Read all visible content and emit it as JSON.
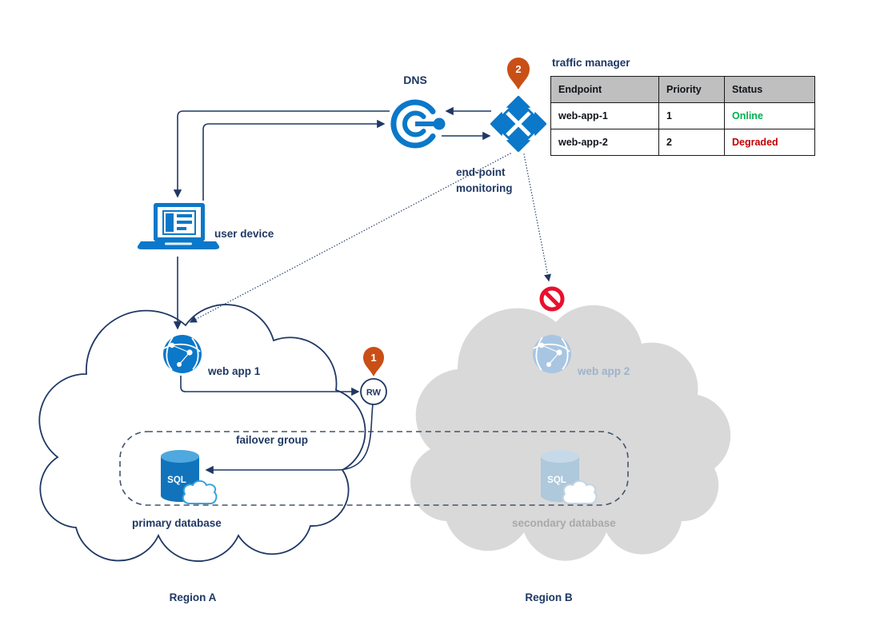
{
  "diagram": {
    "dns_label": "DNS",
    "user_device_label": "user device",
    "endpoint_monitoring": [
      "end-point",
      "monitoring"
    ],
    "web_app_1_label": "web app 1",
    "web_app_2_label": "web app 2",
    "failover_group_label": "failover group",
    "primary_database_label": "primary database",
    "secondary_database_label": "secondary database",
    "region_a_label": "Region A",
    "region_b_label": "Region B",
    "rw_label": "RW",
    "sql_label": "SQL",
    "step_badge_1": "1",
    "step_badge_2": "2"
  },
  "traffic_manager": {
    "title": "traffic manager",
    "columns": [
      "Endpoint",
      "Priority",
      "Status"
    ],
    "rows": [
      {
        "endpoint": "web-app-1",
        "priority": "1",
        "status": "Online",
        "status_color": "#00B050"
      },
      {
        "endpoint": "web-app-2",
        "priority": "2",
        "status": "Degraded",
        "status_color": "#C00000"
      }
    ]
  },
  "colors": {
    "navy": "#1F3864",
    "azure_blue": "#0B78C9",
    "sql_body_blue": "#1173BC",
    "sql_top_blue": "#4FA8DE",
    "badge_orange": "#C94F16",
    "blocked_red": "#E8112D",
    "online_green": "#00B050",
    "degraded_red": "#C00000",
    "region_b_gray": "#D9D9D9",
    "muted_icon_blue": "#A8C6E2",
    "muted_label_gray": "#A9A9A9",
    "table_header_gray": "#BFBFBF"
  }
}
